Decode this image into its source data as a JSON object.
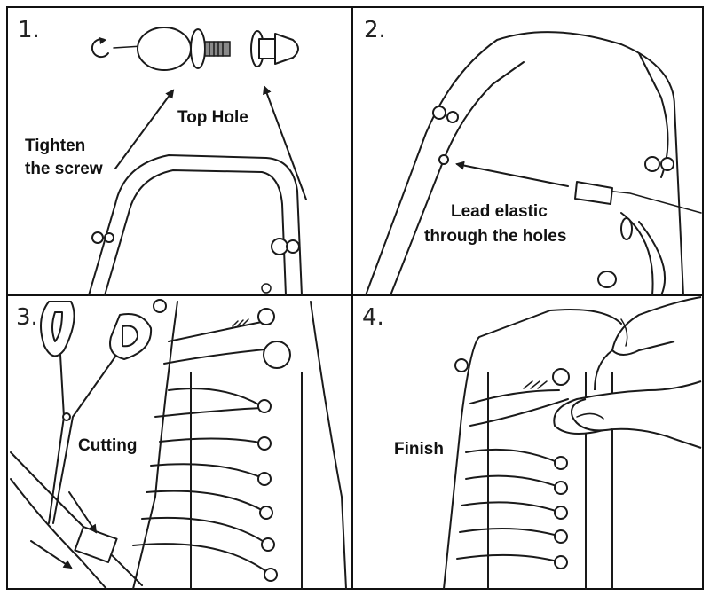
{
  "panels": [
    {
      "number": "1.",
      "captions": [
        "Top Hole",
        "Tighten",
        "the screw"
      ]
    },
    {
      "number": "2.",
      "captions": [
        "Lead elastic",
        "through the holes"
      ]
    },
    {
      "number": "3.",
      "captions": [
        "Cutting"
      ]
    },
    {
      "number": "4.",
      "captions": [
        "Finish"
      ]
    }
  ],
  "colors": {
    "ink": "#1a1a1a",
    "background": "#ffffff",
    "screw": "#8a8a8a"
  }
}
